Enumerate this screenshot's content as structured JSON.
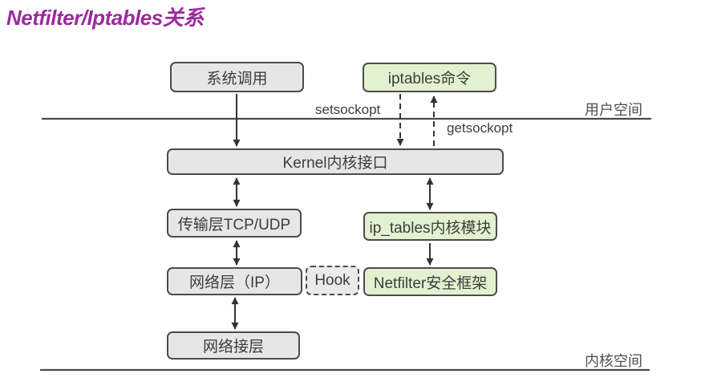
{
  "title": "Netfilter/Iptables关系",
  "regions": {
    "user_space": "用户空间",
    "kernel_space": "内核空间"
  },
  "edge_labels": {
    "setsockopt": "setsockopt",
    "getsockopt": "getsockopt"
  },
  "nodes": {
    "system_call": "系统调用",
    "iptables_cmd": "iptables命令",
    "kernel_interface": "Kernel内核接口",
    "transport_layer": "传输层TCP/UDP",
    "ip_tables_module": "ip_tables内核模块",
    "network_layer": "网络层（IP）",
    "hook": "Hook",
    "netfilter_framework": "Netfilter安全框架",
    "network_interface_layer": "网络接层"
  },
  "colors": {
    "title": "#9b2b9e",
    "gray_fill": "#e6e6e6",
    "green_fill": "#e2f2d0",
    "box_border": "#4c4c4c",
    "line": "#4a4a4a",
    "text": "#3d3d3d",
    "arrow": "#333333"
  }
}
